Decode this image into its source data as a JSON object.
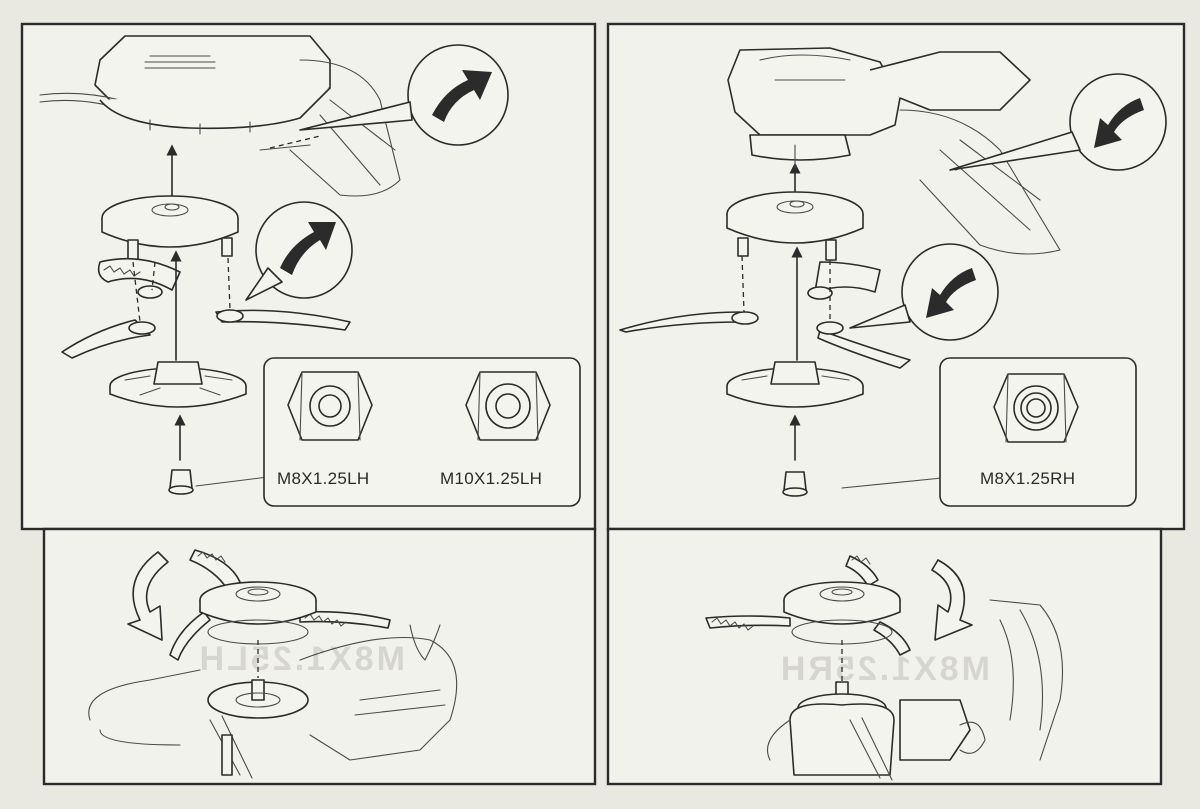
{
  "panels": {
    "top_left": {
      "nut_labels": [
        "M8X1.25LH",
        "M10X1.25LH"
      ]
    },
    "top_right": {
      "nut_labels": [
        "M8X1.25RH"
      ]
    },
    "bottom_left": {
      "watermark": "M8X1.25LH"
    },
    "bottom_right": {
      "watermark": "M8X1.25RH"
    }
  },
  "colors": {
    "paper": "#e9e9e2",
    "panel": "#f2f2ec",
    "ink": "#2b2b2b"
  },
  "icons": [
    "rotation-arrow-icon",
    "up-arrow-icon",
    "down-left-arrow-icon",
    "hex-nut-icon"
  ]
}
